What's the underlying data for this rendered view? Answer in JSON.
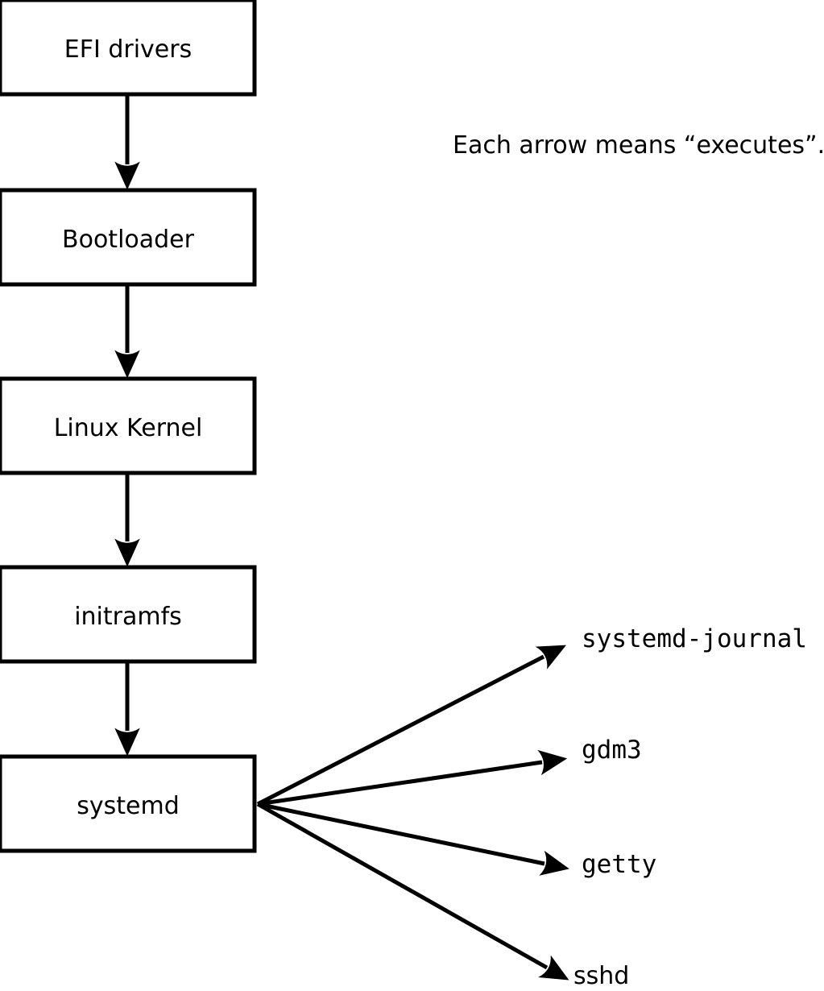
{
  "note": "Each arrow means “executes”.",
  "diagram": {
    "chain": [
      "EFI drivers",
      "Bootloader",
      "Linux Kernel",
      "initramfs",
      "systemd"
    ],
    "fanout_source": "systemd",
    "fanout_targets": [
      "systemd-journal",
      "gdm3",
      "getty",
      "sshd"
    ]
  },
  "colors": {
    "line": "#000000",
    "box_fill": "#ffffff",
    "background": "#ffffff"
  }
}
